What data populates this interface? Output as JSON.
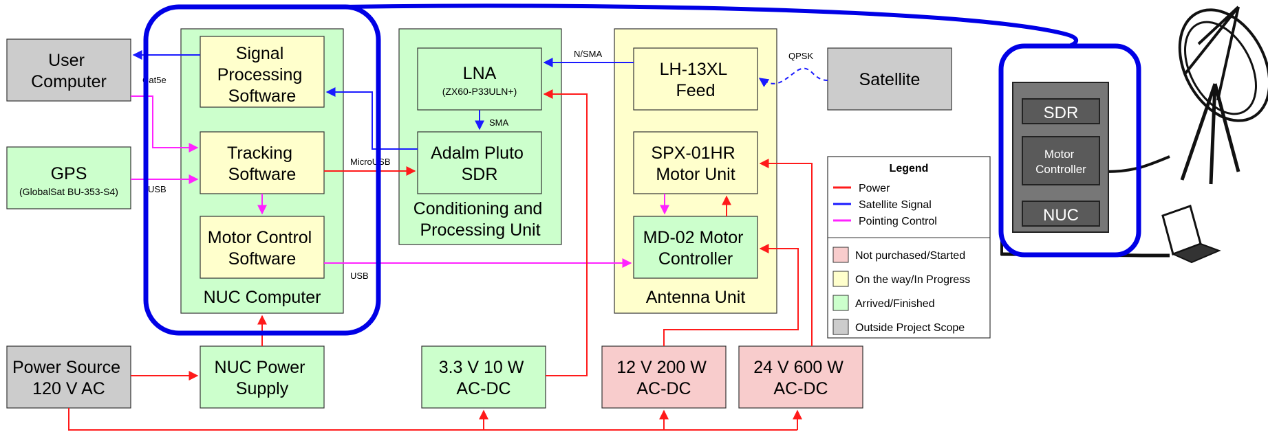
{
  "colors": {
    "power": "#ff1a1a",
    "signal": "#1a1aff",
    "pointing": "#ff22ff",
    "not_purchased": "#f8cccc",
    "in_progress": "#ffffcc",
    "finished": "#ccffcc",
    "outside_scope": "#cccccc",
    "highlight": "#0000e6"
  },
  "blocks": {
    "user_computer": [
      "User",
      "Computer"
    ],
    "gps": "GPS",
    "gps_model": "(GlobalSat BU-353-S4)",
    "signal_processing": [
      "Signal",
      "Processing",
      "Software"
    ],
    "tracking": [
      "Tracking",
      "Software"
    ],
    "motor_control_sw": [
      "Motor Control",
      "Software"
    ],
    "nuc_computer": "NUC Computer",
    "lna": "LNA",
    "lna_model": "(ZX60-P33ULN+)",
    "adalm": [
      "Adalm Pluto",
      "SDR"
    ],
    "conditioning": [
      "Conditioning and",
      "Processing Unit"
    ],
    "feed": [
      "LH-13XL",
      "Feed"
    ],
    "spx": [
      "SPX-01HR",
      "Motor Unit"
    ],
    "md02": [
      "MD-02 Motor",
      "Controller"
    ],
    "antenna_unit": "Antenna Unit",
    "satellite": "Satellite",
    "power_source": [
      "Power Source",
      "120 V AC"
    ],
    "nuc_power": [
      "NUC Power",
      "Supply"
    ],
    "psu_3v3": [
      "3.3 V 10 W",
      "AC-DC"
    ],
    "psu_12v": [
      "12 V 200 W",
      "AC-DC"
    ],
    "psu_24v": [
      "24 V 600 W",
      "AC-DC"
    ]
  },
  "labels": {
    "cat5e": "Cat5e",
    "usb_gps": "USB",
    "microusb": "MicroUSB",
    "usb_motor": "USB",
    "nsma": "N/SMA",
    "sma": "SMA",
    "qpsk": "QPSK"
  },
  "legend": {
    "title": "Legend",
    "lines": [
      {
        "label": "Power",
        "color": "#ff1a1a"
      },
      {
        "label": "Satellite Signal",
        "color": "#1a1aff"
      },
      {
        "label": "Pointing Control",
        "color": "#ff22ff"
      }
    ],
    "boxes": [
      {
        "label": "Not purchased/Started",
        "color": "#f8cccc"
      },
      {
        "label": "On the way/In Progress",
        "color": "#ffffcc"
      },
      {
        "label": "Arrived/Finished",
        "color": "#ccffcc"
      },
      {
        "label": "Outside Project Scope",
        "color": "#cccccc"
      }
    ]
  },
  "overview": {
    "sdr": "SDR",
    "motor_controller": [
      "Motor",
      "Controller"
    ],
    "nuc": "NUC"
  }
}
